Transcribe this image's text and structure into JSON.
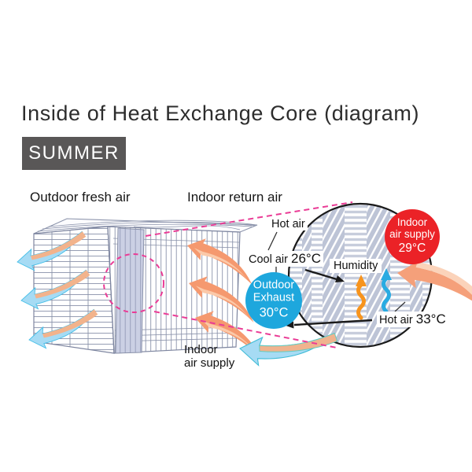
{
  "title": "Inside of Heat Exchange Core (diagram)",
  "season_badge": "SUMMER",
  "airflow_labels": {
    "outdoor_fresh_air": "Outdoor fresh air",
    "indoor_return_air": "Indoor return air",
    "indoor_air_supply": {
      "line1": "Indoor",
      "line2": "air supply"
    }
  },
  "detail_view": {
    "hot_air_top": "Hot air",
    "cool_air": "Cool air",
    "cool_air_temp": "26°C",
    "humidity": "Humidity",
    "hot_air_exhaust": "Hot air",
    "hot_air_exhaust_temp": "33°C",
    "outdoor_exhaust_badge": {
      "line1": "Outdoor",
      "line2": "Exhaust",
      "temp": "30°C"
    },
    "indoor_supply_badge": {
      "line1": "Indoor",
      "line2": "air supply",
      "temp": "29°C"
    }
  },
  "icons": {
    "heat_wave": "heat-wave-icon",
    "moisture_wave": "moisture-wave-icon",
    "supply_arrow": "supply-airflow-arrow-icon",
    "exhaust_arrow": "exhaust-airflow-arrow-icon",
    "magnifier_callout": "magnifier-callout-circle"
  },
  "colors": {
    "season_badge_bg": "#595757",
    "outdoor_exhaust_circle": "#1EA7DD",
    "indoor_supply_circle": "#EB2227",
    "supply_arrow_orange": "#F5996F",
    "exhaust_arrow_blue": "#A6DBF4",
    "heat_wave_orange": "#F7941D",
    "moisture_wave_blue": "#29ABE2",
    "callout_pink": "#EA3C96",
    "core_line_gray": "#8A92AA"
  }
}
